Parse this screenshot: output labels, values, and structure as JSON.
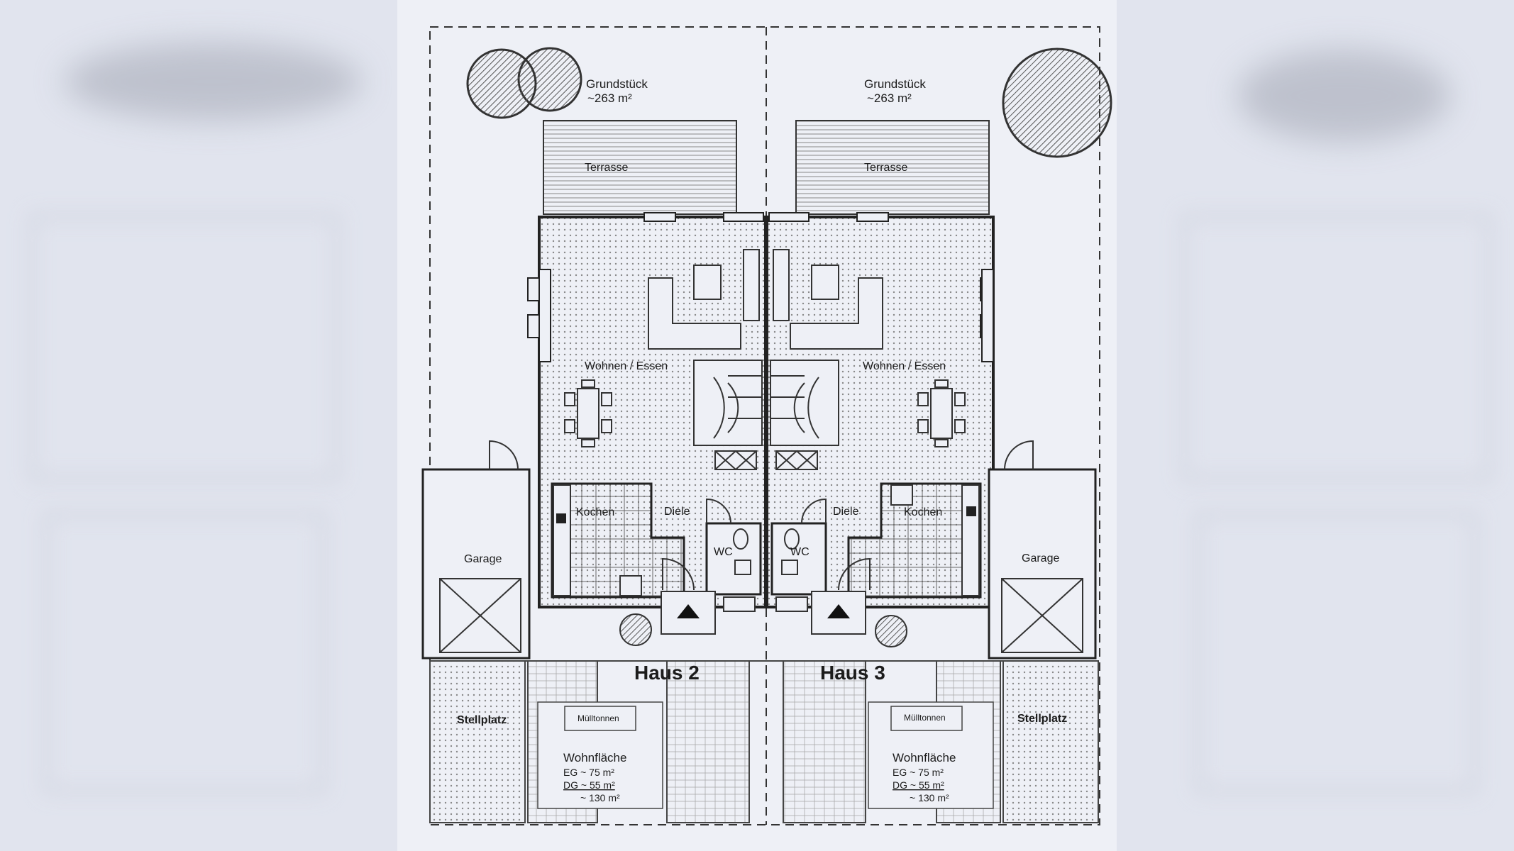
{
  "plan": {
    "left": {
      "plot_label": "Grundstück",
      "plot_area": "~263 m²",
      "terrace": "Terrasse",
      "living": "Wohnen / Essen",
      "kitchen": "Kochen",
      "hall": "Diele",
      "wc": "WC",
      "garage": "Garage",
      "house": "Haus 2",
      "parking": "Stellplatz",
      "bins": "Mülltonnen",
      "area_title": "Wohnfläche",
      "area_eg": "EG  ~ 75 m²",
      "area_dg": "DG  ~ 55 m²",
      "area_total": "~ 130 m²"
    },
    "right": {
      "plot_label": "Grundstück",
      "plot_area": "~263 m²",
      "terrace": "Terrasse",
      "living": "Wohnen / Essen",
      "kitchen": "Kochen",
      "hall": "Diele",
      "wc": "WC",
      "garage": "Garage",
      "house": "Haus 3",
      "parking": "Stellplatz",
      "bins": "Mülltonnen",
      "area_title": "Wohnfläche",
      "area_eg": "EG  ~ 75 m²",
      "area_dg": "DG  ~ 55 m²",
      "area_total": "~ 130 m²"
    }
  },
  "colors": {
    "line": "#2a2a2a",
    "tree": "#6a6a6a",
    "sheet": "#eef0f6",
    "background": "#e3e6f0"
  }
}
